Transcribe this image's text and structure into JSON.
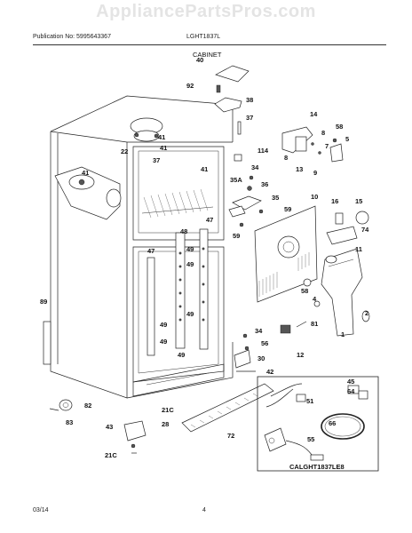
{
  "header": {
    "watermark": "AppliancePartsPros.com",
    "publication": "Publication No: 5995643367",
    "model": "LGHT1837L",
    "section": "CABINET"
  },
  "diagram_code": "CALGHT1837LE8",
  "footer": {
    "date": "03/14",
    "page": "4"
  },
  "callouts": {
    "c40": "40",
    "c92": "92",
    "c38": "38",
    "c37": "37",
    "c41a": "41",
    "c41b": "41",
    "c41c": "41",
    "c22": "22",
    "c37b": "37",
    "c114": "114",
    "c14": "14",
    "c58a": "58",
    "c5": "5",
    "c7": "7",
    "c8a": "8",
    "c8b": "8",
    "c13": "13",
    "c9": "9",
    "c34a": "34",
    "c36": "36",
    "c35a": "35A",
    "c35": "35",
    "c59a": "59",
    "c59b": "59",
    "c10": "10",
    "c16": "16",
    "c15": "15",
    "c74": "74",
    "c11": "11",
    "c47a": "47",
    "c47b": "47",
    "c48": "48",
    "c49a": "49",
    "c49b": "49",
    "c49c": "49",
    "c49d": "49",
    "c58b": "58",
    "c4": "4",
    "c81": "81",
    "c2": "2",
    "c1": "1",
    "c89": "89",
    "c34b": "34",
    "c56": "56",
    "c12": "12",
    "c30": "30",
    "c42": "42",
    "c45": "45",
    "c64": "64",
    "c51": "51",
    "c66": "66",
    "c55": "55",
    "c82": "82",
    "c83": "83",
    "c21c_a": "21C",
    "c43": "43",
    "c28": "28",
    "c21c_b": "21C",
    "c72": "72"
  }
}
